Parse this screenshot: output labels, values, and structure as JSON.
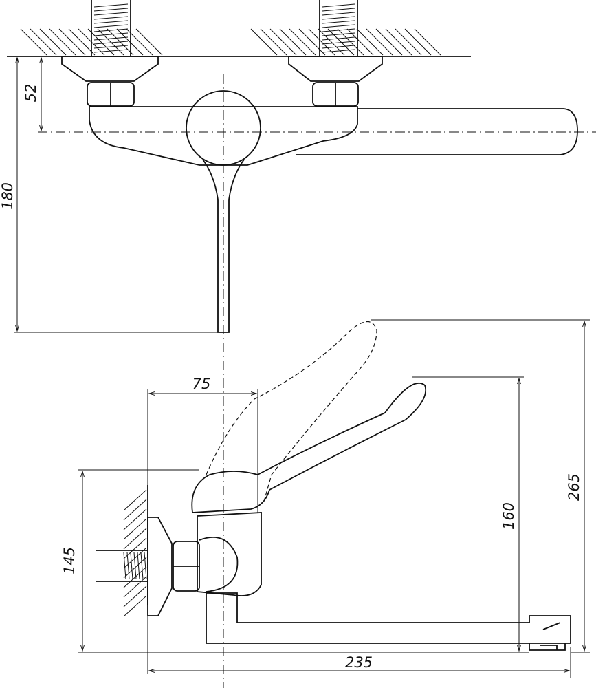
{
  "dimensions": {
    "top_offset": "52",
    "top_height": "180",
    "side_body_width": "75",
    "side_outlet_height": "145",
    "side_handle_height": "160",
    "side_handle_raised_height": "265",
    "side_spout_reach": "235"
  },
  "colors": {
    "line": "#111111",
    "background": "#ffffff"
  }
}
